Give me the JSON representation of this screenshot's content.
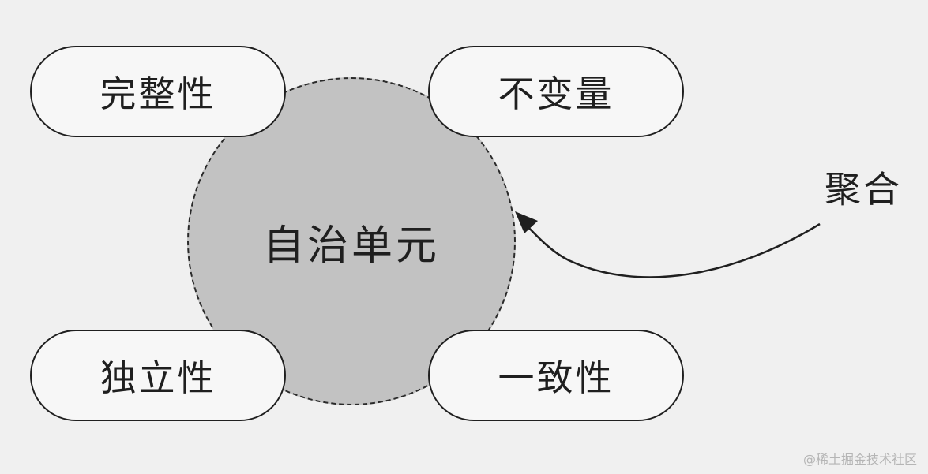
{
  "center": {
    "label": "自治单元"
  },
  "pills": {
    "top_left": "完整性",
    "top_right": "不变量",
    "bottom_left": "独立性",
    "bottom_right": "一致性"
  },
  "arrow": {
    "label": "聚合"
  },
  "watermark": "@稀土掘金技术社区",
  "colors": {
    "background": "#f0f0f0",
    "circle_fill": "#c2c2c2",
    "stroke": "#1f1f1f"
  }
}
